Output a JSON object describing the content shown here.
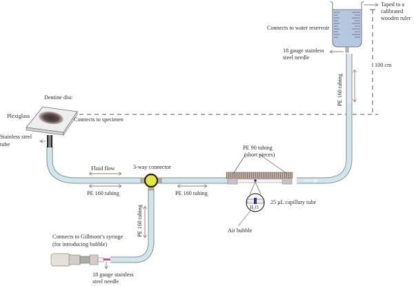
{
  "figure": {
    "type": "experimental-setup-schematic",
    "subject": "Fluid filtration / dentine permeability apparatus"
  },
  "labels": {
    "taped_ruler": [
      "Taped to a",
      "calibrated",
      "wooden ruler"
    ],
    "water_reservoir": "Connects to water reservoir",
    "needle_top": [
      "18 gauge stainless",
      "steel needle"
    ],
    "height": "100 cm",
    "pe160_vertical_right": "PE 160 tubing",
    "dentine_disc": "Dentine disc",
    "plexiglass": "Plexiglass",
    "specimen": "Connects to specimen",
    "steel_tube": [
      "Stainless steel",
      "tube"
    ],
    "fluid_flow": "Fluid flow",
    "three_way": "3-way connector",
    "pe160_left": "PE 160 tubing",
    "pe160_middle": "PE 160 tubing",
    "pe90": [
      "PE 90 tubing",
      "(short pieces)"
    ],
    "capillary": "25 μL capillary tube",
    "h2o": "H₂O",
    "air_bubble": "Air bubble",
    "pe160_vertical_down": "PE 160 tubing",
    "syringe": [
      "Connects to Gillmont’s syringe",
      "(for introducing bubble)"
    ],
    "needle_bottom": [
      "18 gauge stainless",
      "steel needle"
    ]
  },
  "colors": {
    "tubing_fill": "#cfe6ea",
    "tubing_stroke": "#8a8a8a",
    "water": "#b6c8e0",
    "connector": "#e6e640",
    "arrow": "#8d7a76",
    "capillary_hatch": "#9c8c84",
    "needle_pink": "#d0507a"
  }
}
